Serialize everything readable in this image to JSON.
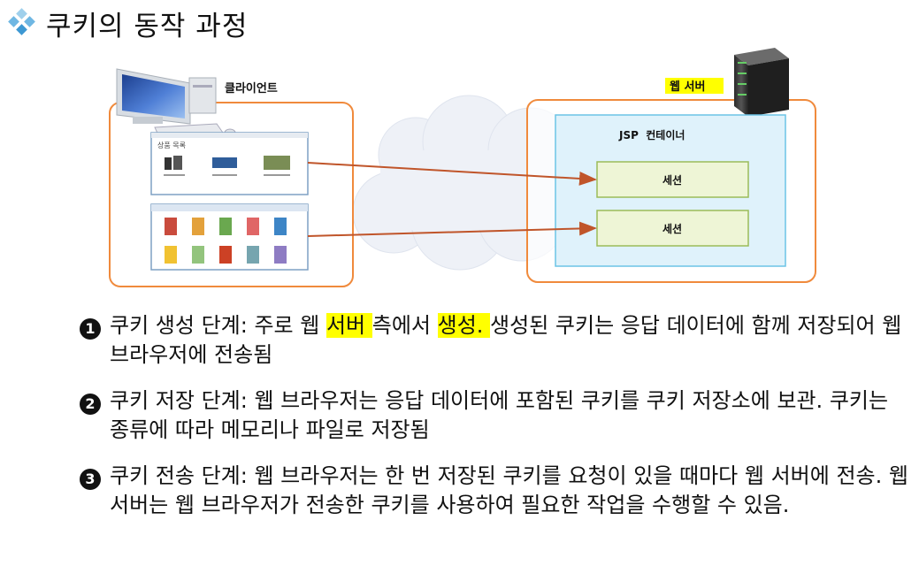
{
  "title": "쿠키의 동작 과정",
  "colors": {
    "box_border": "#f08a3c",
    "container_fill": "#dff2fb",
    "container_border": "#6cc4e6",
    "session_fill": "#eef5d6",
    "session_border": "#9bbb59",
    "arrow": "#c0552a",
    "highlight": "#ffff00"
  },
  "diagram": {
    "client_label": "클라이언트",
    "server_label": "웹 서버",
    "container_label": "JSP  컨테이너",
    "session1": "세션",
    "session2": "세션",
    "shop_title": "상품 목록"
  },
  "steps": [
    {
      "num": "1",
      "pre": "쿠키 생성 단계: 주로 웹 ",
      "hl1": "서버 ",
      "mid": "측에서 ",
      "hl2": "생성. ",
      "post": "생성된 쿠키는 응답 데이터에 함께 저장되어 웹 브라우저에 전송됨"
    },
    {
      "num": "2",
      "text": "쿠키 저장 단계: 웹 브라우저는 응답 데이터에 포함된 쿠키를 쿠키 저장소에 보관. 쿠키는 종류에 따라 메모리나 파일로 저장됨"
    },
    {
      "num": "3",
      "text": "쿠키 전송 단계: 웹 브라우저는 한 번 저장된 쿠키를 요청이 있을 때마다 웹 서버에 전송. 웹 서버는 웹 브라우저가 전송한 쿠키를 사용하여 필요한 작업을 수행할 수 있음."
    }
  ]
}
